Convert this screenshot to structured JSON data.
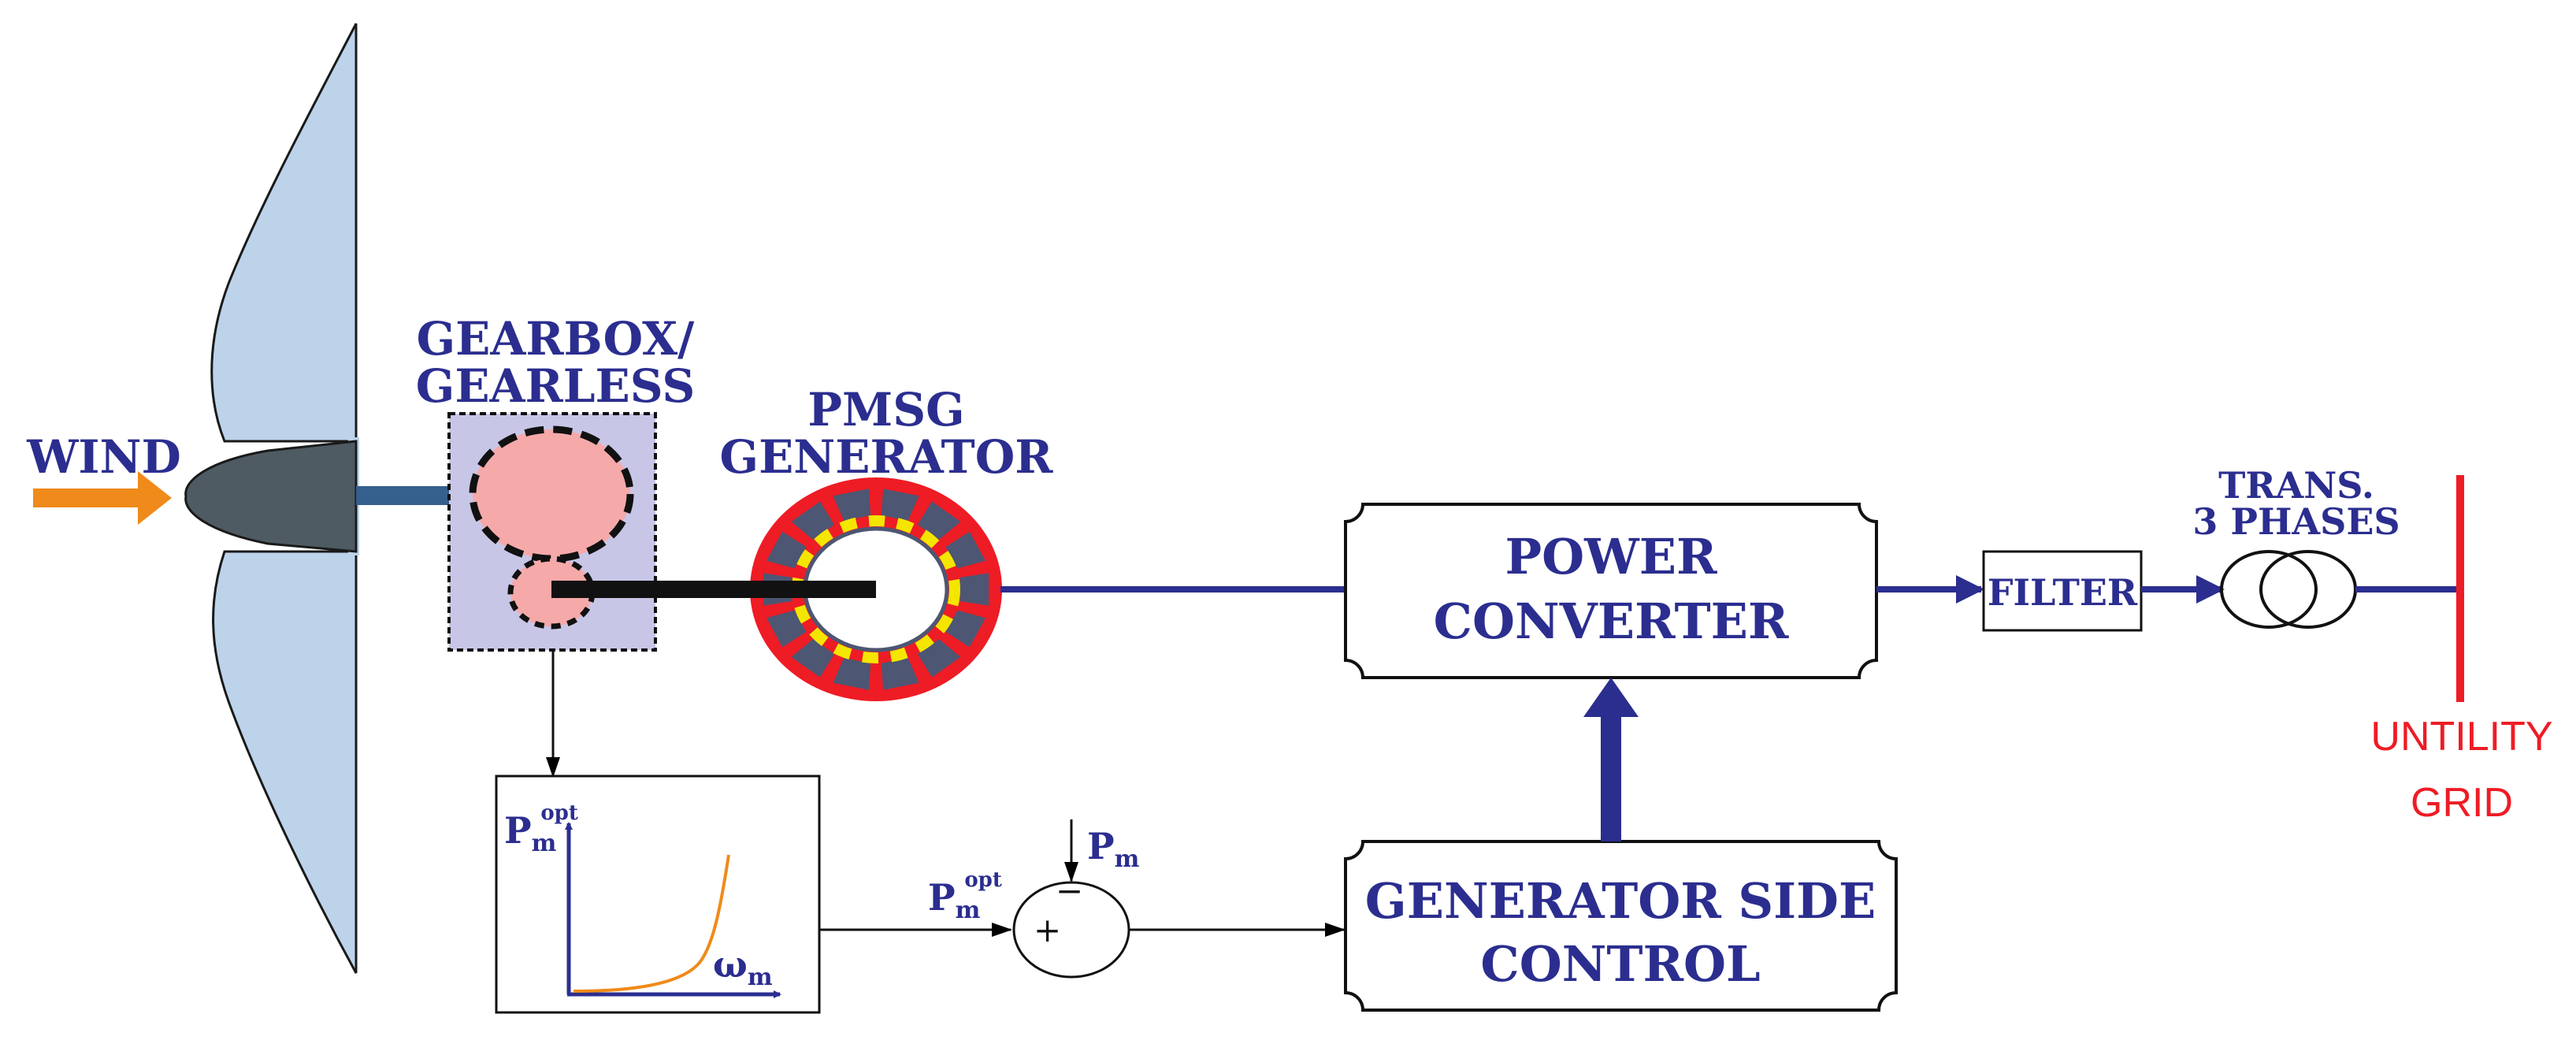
{
  "labels": {
    "wind": "WIND",
    "gearbox_line1": "GEARBOX/",
    "gearbox_line2": "GEARLESS",
    "pmsg_line1": "PMSG",
    "pmsg_line2": "GENERATOR",
    "power_converter_line1": "POWER",
    "power_converter_line2": "CONVERTER",
    "filter": "FILTER",
    "trans_line1": "TRANS.",
    "trans_line2": "3 PHASES",
    "grid_line1": "UNTILITY",
    "grid_line2": "GRID",
    "gsc_line1": "GENERATOR SIDE",
    "gsc_line2": "CONTROL",
    "curve_y_base": "P",
    "curve_y_sub": "m",
    "curve_y_sup": "opt",
    "curve_x_base": "ω",
    "curve_x_sub": "m",
    "sum_in_base": "P",
    "sum_in_sub": "m",
    "sum_in_sup": "opt",
    "pm_base": "P",
    "pm_sub": "m",
    "plus_sign": "+",
    "minus_sign": "−"
  },
  "colors": {
    "blade": "#bcd3ea",
    "hub": "#4e5b63",
    "shaft": "#355f8c",
    "wind_arrow": "#f08a1a",
    "gearbox_bg": "#c8c6e6",
    "gear": "#f6a9a9",
    "generator_red": "#ee1c25",
    "generator_slot": "#4d5673",
    "generator_magnet": "#f4e600",
    "line_blue": "#2b2e8f",
    "grid_red": "#ee1c25",
    "curve": "#f08a1a"
  }
}
